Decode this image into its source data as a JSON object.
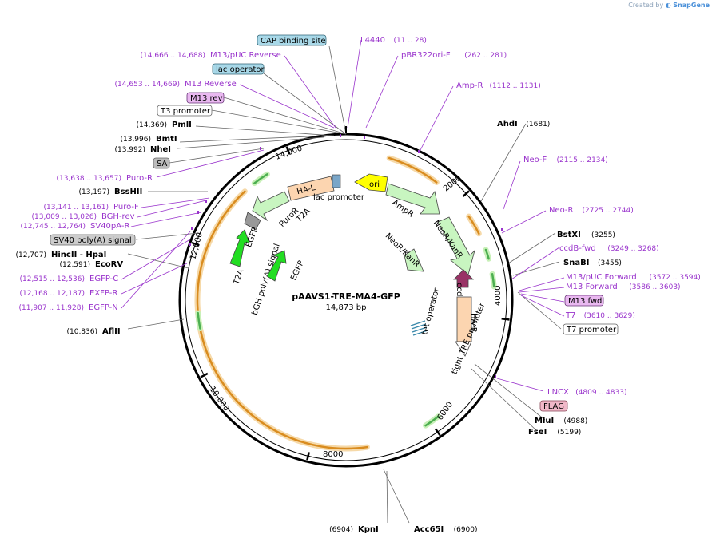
{
  "app": {
    "credit": "Created by",
    "brand": "SnapGene"
  },
  "plasmid": {
    "name": "pAAVS1-TRE-MA4-GFP",
    "size": "14,873 bp",
    "length": 14873
  },
  "ticks": [
    {
      "pos": 2000,
      "label": "2000"
    },
    {
      "pos": 4000,
      "label": "4000"
    },
    {
      "pos": 6000,
      "label": "6000"
    },
    {
      "pos": 8000,
      "label": "8000"
    },
    {
      "pos": 10000,
      "label": "10,000"
    },
    {
      "pos": 12000,
      "label": "12,000"
    },
    {
      "pos": 14000,
      "label": "14,000"
    }
  ],
  "enzymes": [
    {
      "name": "AhdI",
      "pos": "(1681)",
      "side": "right"
    },
    {
      "name": "BstXI",
      "pos": "(3255)",
      "side": "right"
    },
    {
      "name": "SnaBI",
      "pos": "(3455)",
      "side": "right"
    },
    {
      "name": "MluI",
      "pos": "(4988)",
      "side": "right"
    },
    {
      "name": "FseI",
      "pos": "(5199)",
      "side": "right"
    },
    {
      "name": "Acc65I",
      "pos": "(6900)",
      "side": "right"
    },
    {
      "name": "KpnI",
      "pos": "(6904)",
      "side": "left"
    },
    {
      "name": "AflII",
      "pos": "(10,836)",
      "side": "left"
    },
    {
      "name": "EcoRV",
      "pos": "(12,591)",
      "side": "left"
    },
    {
      "name": "HincII",
      "name2": "HpaI",
      "pos": "(12,707)",
      "side": "left"
    },
    {
      "name": "BssHII",
      "pos": "(13,197)",
      "side": "left"
    },
    {
      "name": "NheI",
      "pos": "(13,992)",
      "side": "left"
    },
    {
      "name": "BmtI",
      "pos": "(13,996)",
      "side": "left"
    },
    {
      "name": "PmlI",
      "pos": "(14,369)",
      "side": "left"
    }
  ],
  "primers": [
    {
      "name": "L4440",
      "range": "(11 .. 28)"
    },
    {
      "name": "pBR322ori-F",
      "range": "(262 .. 281)"
    },
    {
      "name": "Amp-R",
      "range": "(1112 .. 1131)"
    },
    {
      "name": "Neo-F",
      "range": "(2115 .. 2134)"
    },
    {
      "name": "Neo-R",
      "range": "(2725 .. 2744)"
    },
    {
      "name": "ccdB-fwd",
      "range": "(3249 .. 3268)"
    },
    {
      "name": "M13/pUC Forward",
      "range": "(3572 .. 3594)"
    },
    {
      "name": "M13 Forward",
      "range": "(3586 .. 3603)"
    },
    {
      "name": "T7",
      "range": "(3610 .. 3629)"
    },
    {
      "name": "LNCX",
      "range": "(4809 .. 4833)"
    },
    {
      "name": "M13/pUC Reverse",
      "range": "(14,666 .. 14,688)"
    },
    {
      "name": "M13 Reverse",
      "range": "(14,653 .. 14,669)"
    },
    {
      "name": "Puro-R",
      "range": "(13,638 .. 13,657)"
    },
    {
      "name": "Puro-F",
      "range": "(13,141 .. 13,161)"
    },
    {
      "name": "BGH-rev",
      "range": "(13,009 .. 13,026)"
    },
    {
      "name": "SV40pA-R",
      "range": "(12,745 .. 12,764)"
    },
    {
      "name": "EGFP-C",
      "range": "(12,515 .. 12,536)"
    },
    {
      "name": "EXFP-R",
      "range": "(12,168 .. 12,187)"
    },
    {
      "name": "EGFP-N",
      "range": "(11,907 .. 11,928)"
    }
  ],
  "boxed_labels": [
    {
      "text": "CAP binding site",
      "fill": "#a8d8e8",
      "stroke": "#336677"
    },
    {
      "text": "lac operator",
      "fill": "#a8d8e8",
      "stroke": "#336677"
    },
    {
      "text": "M13 rev",
      "fill": "#e9b8f0",
      "stroke": "#663377"
    },
    {
      "text": "T3 promoter",
      "fill": "#ffffff",
      "stroke": "#666666"
    },
    {
      "text": "SA",
      "fill": "#bbbbbb",
      "stroke": "#666666"
    },
    {
      "text": "SV40 poly(A) signal",
      "fill": "#cccccc",
      "stroke": "#666666"
    },
    {
      "text": "M13 fwd",
      "fill": "#e9b8f0",
      "stroke": "#663377"
    },
    {
      "text": "T7 promoter",
      "fill": "#ffffff",
      "stroke": "#666666"
    },
    {
      "text": "FLAG",
      "fill": "#f0b8c8",
      "stroke": "#884455"
    }
  ],
  "features_inner": [
    "HA-L",
    "lac promoter",
    "ori",
    "AmpR",
    "NeoR/KanR",
    "NeoR/KanR",
    "ccdB",
    "HA-R",
    "tight TRE promoter",
    "tet operator",
    "PuroR",
    "T2A",
    "EGFP",
    "T2A",
    "bGH poly(A) signal",
    "EGFP"
  ],
  "colors": {
    "primer": "#9933cc",
    "backbone": "#000000",
    "orf_orange": "#d98c1f",
    "orf_green": "#4caf50",
    "arrow_green": "#b8f0b0",
    "gfp_green": "#22dd22",
    "ha_fill": "#fcd5b0",
    "ori_fill": "#ffff00",
    "ccdb_fill": "#993366",
    "puro_fill": "#999999"
  }
}
